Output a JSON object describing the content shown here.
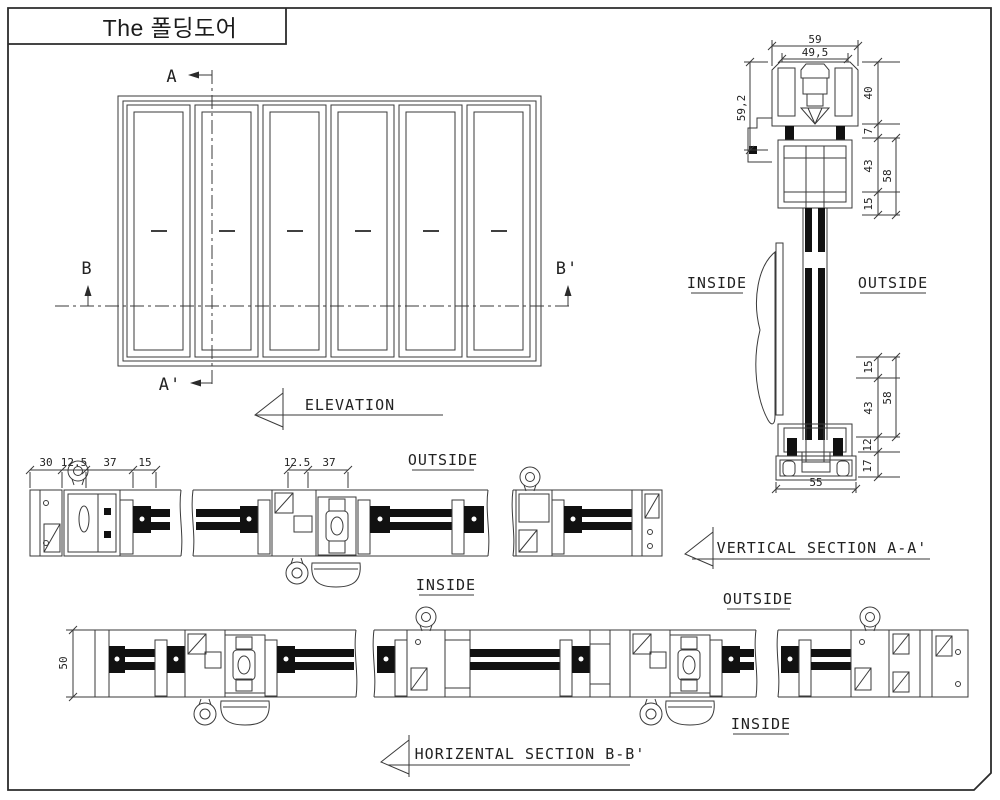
{
  "title": "The 폴딩도어",
  "colors": {
    "line": "#3a3a3a",
    "glass": "#111111",
    "background": "#ffffff"
  },
  "elevation": {
    "label": "ELEVATION",
    "marker_a": "A",
    "marker_a2": "A'",
    "marker_b": "B",
    "marker_b2": "B'"
  },
  "vsec": {
    "label": "VERTICAL SECTION A-A'",
    "inside": "INSIDE",
    "outside": "OUTSIDE",
    "d59": "59",
    "d49_5": "49,5",
    "d59_2": "59,2",
    "d40": "40",
    "d7": "7",
    "d43t": "43",
    "d58t": "58",
    "d15t": "15",
    "d15b": "15",
    "d43b": "43",
    "d58b": "58",
    "d12": "12",
    "d17": "17",
    "d55": "55"
  },
  "hsec_top": {
    "outside": "OUTSIDE",
    "inside": "INSIDE",
    "d30": "30",
    "d12_5a": "12.5",
    "d37a": "37",
    "d15": "15",
    "d12_5b": "12.5",
    "d37b": "37"
  },
  "hsec_bot": {
    "label": "HORIZENTAL SECTION B-B'",
    "outside": "OUTSIDE",
    "inside": "INSIDE",
    "d50": "50"
  }
}
